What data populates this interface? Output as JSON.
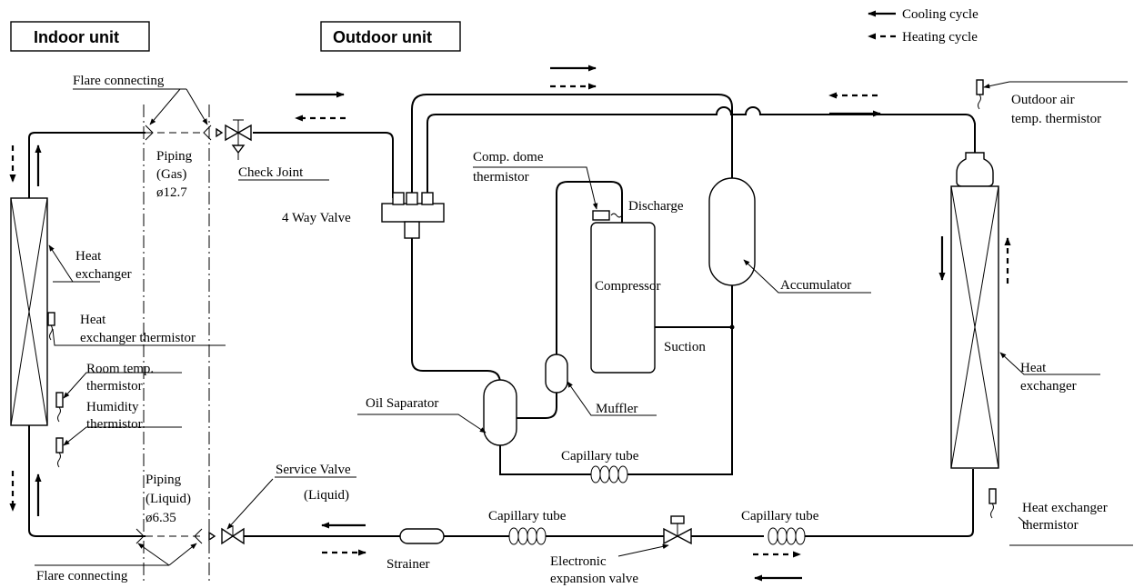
{
  "legend": {
    "cooling": "Cooling cycle",
    "heating": "Heating cycle"
  },
  "boxes": {
    "indoor": "Indoor unit",
    "outdoor": "Outdoor unit"
  },
  "labels": {
    "flare_top": "Flare connecting",
    "piping_gas_1": "Piping",
    "piping_gas_2": "(Gas)",
    "piping_gas_3": "ø12.7",
    "check_joint": "Check Joint",
    "four_way": "4 Way Valve",
    "comp_dome_1": "Comp. dome",
    "comp_dome_2": "thermistor",
    "discharge": "Discharge",
    "compressor": "Compressor",
    "suction": "Suction",
    "accumulator": "Accumulator",
    "outdoor_air_1": "Outdoor air",
    "outdoor_air_2": "temp. thermistor",
    "heat_ex_in_1": "Heat",
    "heat_ex_in_2": "exchanger",
    "hex_therm_1": "Heat",
    "hex_therm_2": "exchanger thermistor",
    "room_temp_1": "Room temp.",
    "room_temp_2": "thermistor",
    "humidity_1": "Humidity",
    "humidity_2": "thermistor",
    "oil_sep": "Oil Saparator",
    "muffler": "Muffler",
    "capillary_1": "Capillary tube",
    "piping_liq_1": "Piping",
    "piping_liq_2": "(Liquid)",
    "piping_liq_3": "ø6.35",
    "service_valve_1": "Service Valve",
    "service_valve_2": "(Liquid)",
    "capillary_2": "Capillary tube",
    "capillary_3": "Capillary tube",
    "strainer": "Strainer",
    "exp_valve_1": "Electronic",
    "exp_valve_2": "expansion valve",
    "flare_bottom": "Flare connecting",
    "heat_ex_out_1": "Heat",
    "heat_ex_out_2": "exchanger",
    "hex_out_therm_1": "Heat exchanger",
    "hex_out_therm_2": "thermistor"
  }
}
